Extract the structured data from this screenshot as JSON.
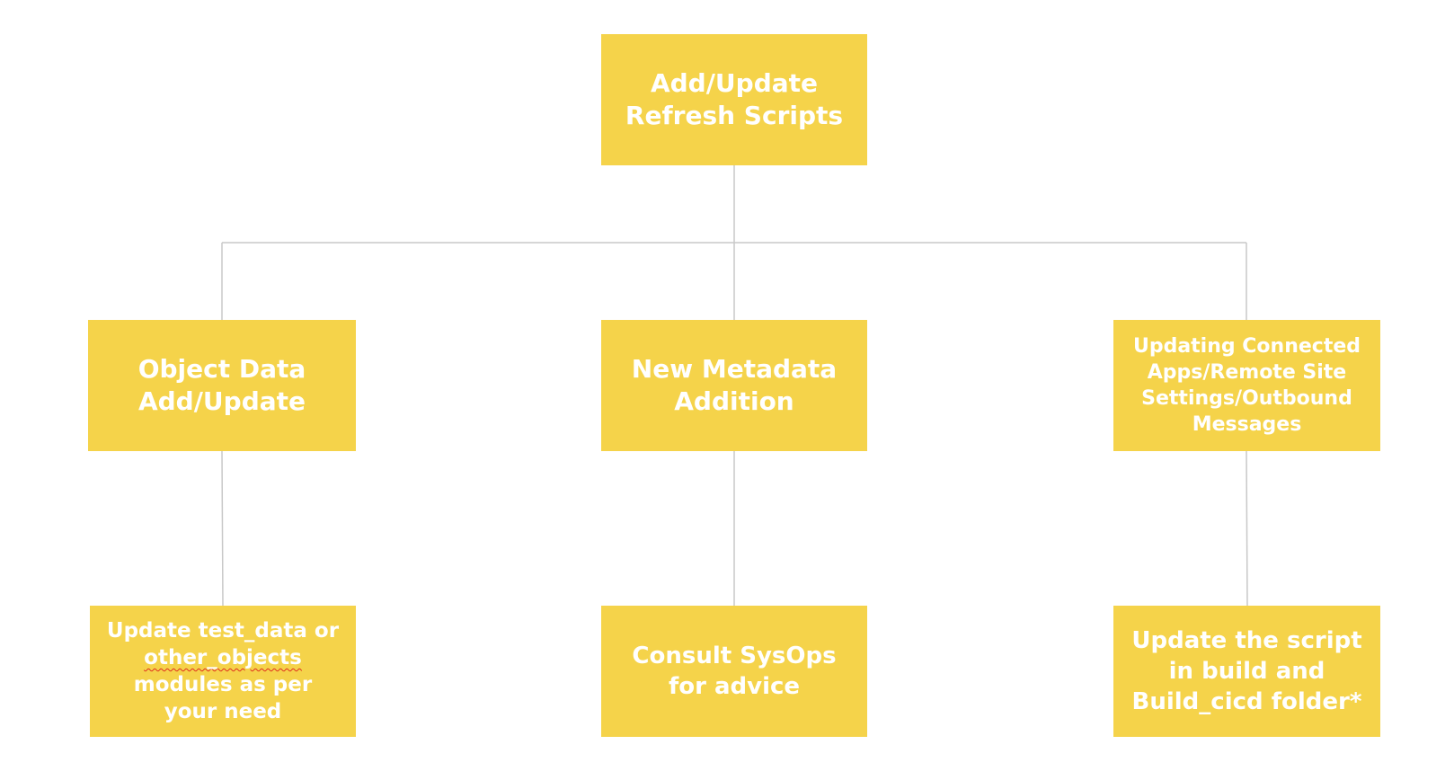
{
  "diagram": {
    "colors": {
      "box_fill": "#f5d34a",
      "box_text": "#ffffff",
      "connector": "#c8c8c8"
    },
    "root": {
      "lines": [
        "Add/Update",
        "Refresh Scripts"
      ]
    },
    "branches": {
      "object_data": {
        "lines": [
          "Object Data",
          "Add/Update"
        ]
      },
      "metadata": {
        "lines": [
          "New Metadata",
          "Addition"
        ]
      },
      "connected_apps": {
        "lines": [
          "Updating Connected",
          "Apps/Remote Site",
          "Settings/Outbound",
          "Messages"
        ]
      }
    },
    "leaves": {
      "test_data": {
        "lines": [
          "Update test_data or",
          "other_objects",
          "modules as per",
          "your need"
        ]
      },
      "sysops": {
        "lines": [
          "Consult SysOps",
          "for advice"
        ]
      },
      "build_script": {
        "lines": [
          "Update the script",
          "in build and",
          "Build_cicd folder*"
        ]
      }
    }
  }
}
